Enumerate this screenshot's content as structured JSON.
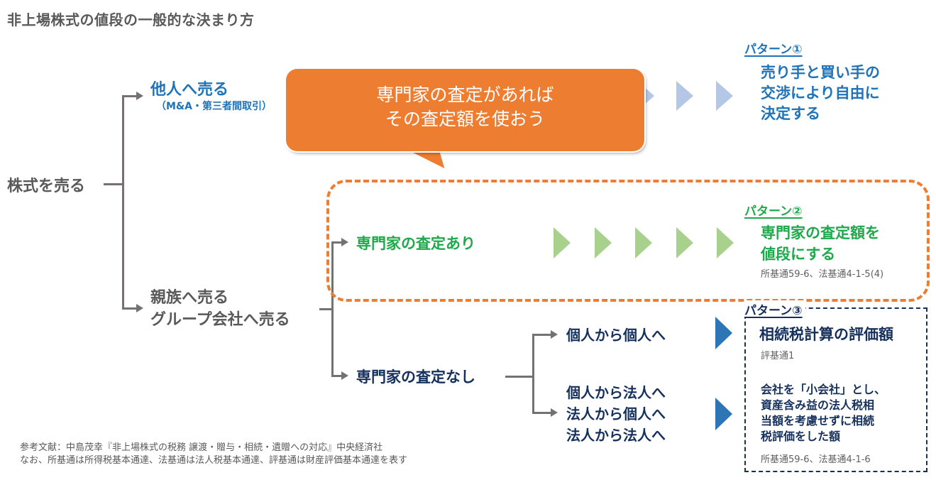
{
  "title": "非上場株式の値段の一般的な決まり方",
  "root": "株式を売る",
  "branches": {
    "others": {
      "label": "他人へ売る",
      "sub": "（M&A・第三者間取引）"
    },
    "family": {
      "line1": "親族へ売る",
      "line2": "グループ会社へ売る"
    },
    "expert_yes": "専門家の査定あり",
    "expert_no": "専門家の査定なし",
    "indiv_to_indiv": "個人から個人へ",
    "corp_cases": [
      "個人から法人へ",
      "法人から個人へ",
      "法人から法人へ"
    ]
  },
  "callout": {
    "line1": "専門家の査定があれば",
    "line2": "その査定額を使おう"
  },
  "patterns": [
    {
      "label": "パターン①",
      "lines": [
        "売り手と買い手の",
        "交渉により自由に",
        "決定する"
      ],
      "color": "#1f73b8"
    },
    {
      "label": "パターン②",
      "lines": [
        "専門家の査定額を",
        "値段にする"
      ],
      "ref": "所基通59-6、法基通4-1-5(4)",
      "color": "#1ea94a"
    },
    {
      "label": "パターン③",
      "a": {
        "text": "相続税計算の評価額",
        "ref": "評基通1"
      },
      "b": {
        "lines": [
          "会社を「小会社」とし、",
          "資産含み益の法人税相",
          "当額を考慮せずに相続",
          "税評価をした額"
        ],
        "ref": "所基通59-6、法基通4-1-6"
      },
      "color": "#15305c"
    }
  ],
  "footnote": {
    "line1": "参考文献：中島茂幸『非上場株式の税務 譲渡・贈与・相続・遺贈への対応』中央経済社",
    "line2": "なお、所基通は所得税基本通達、法基通は法人税基本通達、評基通は財産評価基本通達を表す"
  },
  "colors": {
    "accent_orange": "#ed7d31",
    "connector": "#767171",
    "arrow_blue_light": "#b4c7e7",
    "arrow_green_light": "#a9d18e",
    "arrow_blue": "#2e75b6"
  }
}
